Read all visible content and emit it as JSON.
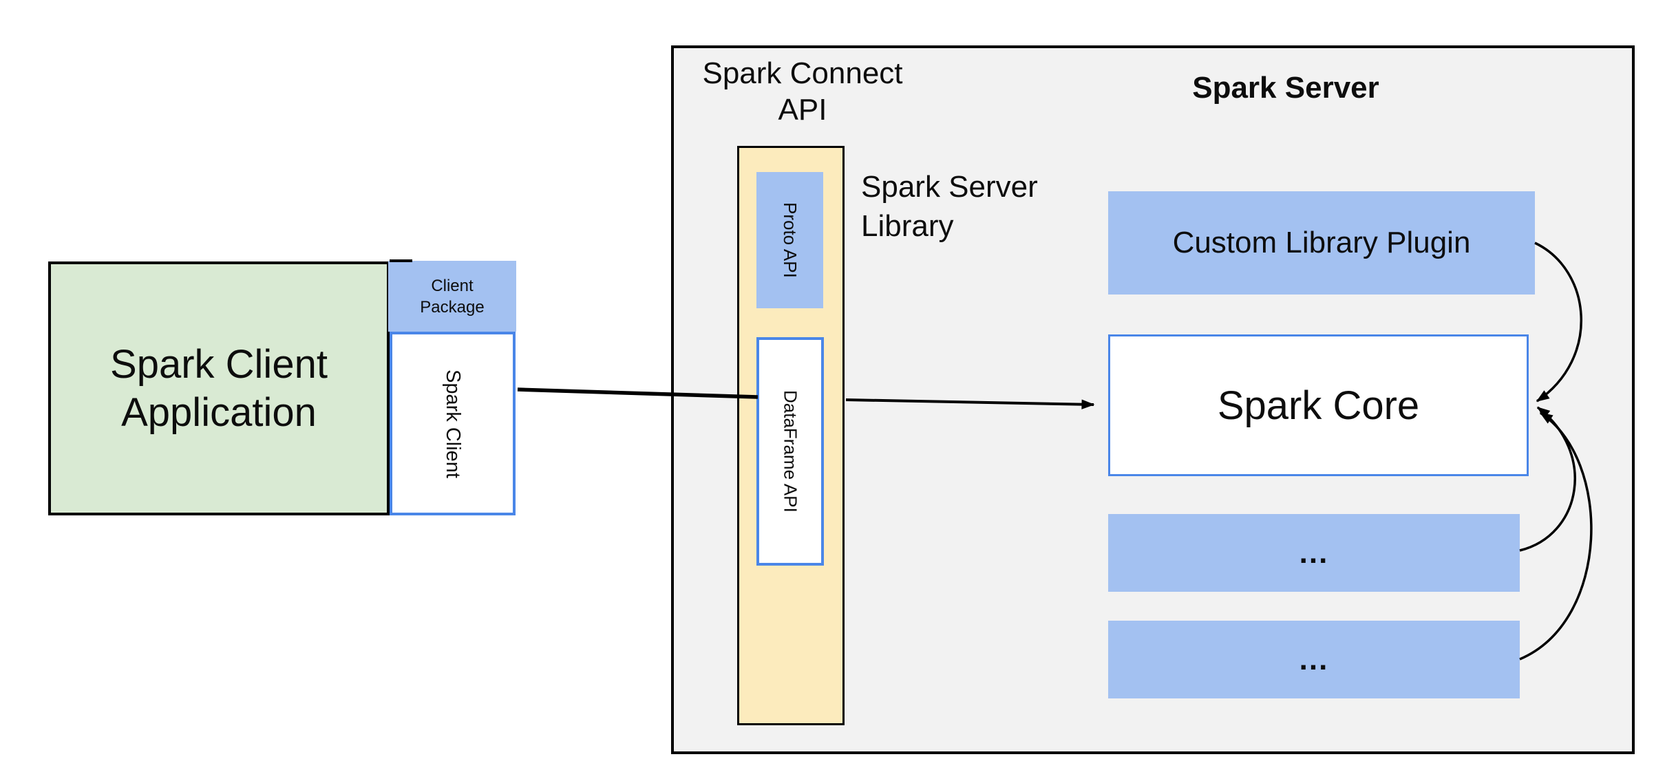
{
  "diagram": {
    "client_application": {
      "line1": "Spark Client",
      "line2": "Application"
    },
    "client_package": {
      "line1": "Client",
      "line2": "Package"
    },
    "spark_client_label": "Spark Client",
    "spark_connect_api": {
      "line1": "Spark Connect",
      "line2": "API"
    },
    "spark_server_title": "Spark Server",
    "spark_server_library": {
      "line1": "Spark Server",
      "line2": "Library"
    },
    "proto_api_label": "Proto API",
    "dataframe_api_label": "DataFrame API",
    "custom_library_plugin_label": "Custom Library Plugin",
    "spark_core_label": "Spark Core",
    "plugin_slot_1_label": "...",
    "plugin_slot_2_label": "...",
    "colors": {
      "client_app_fill": "#d9ead3",
      "blue_fill": "#a3c1f1",
      "yellow_fill": "#fcebbd",
      "container_fill": "#f2f2f2",
      "blue_border": "#4a86e8",
      "line_color": "#000000",
      "text_color": "#0d0d0d"
    }
  }
}
